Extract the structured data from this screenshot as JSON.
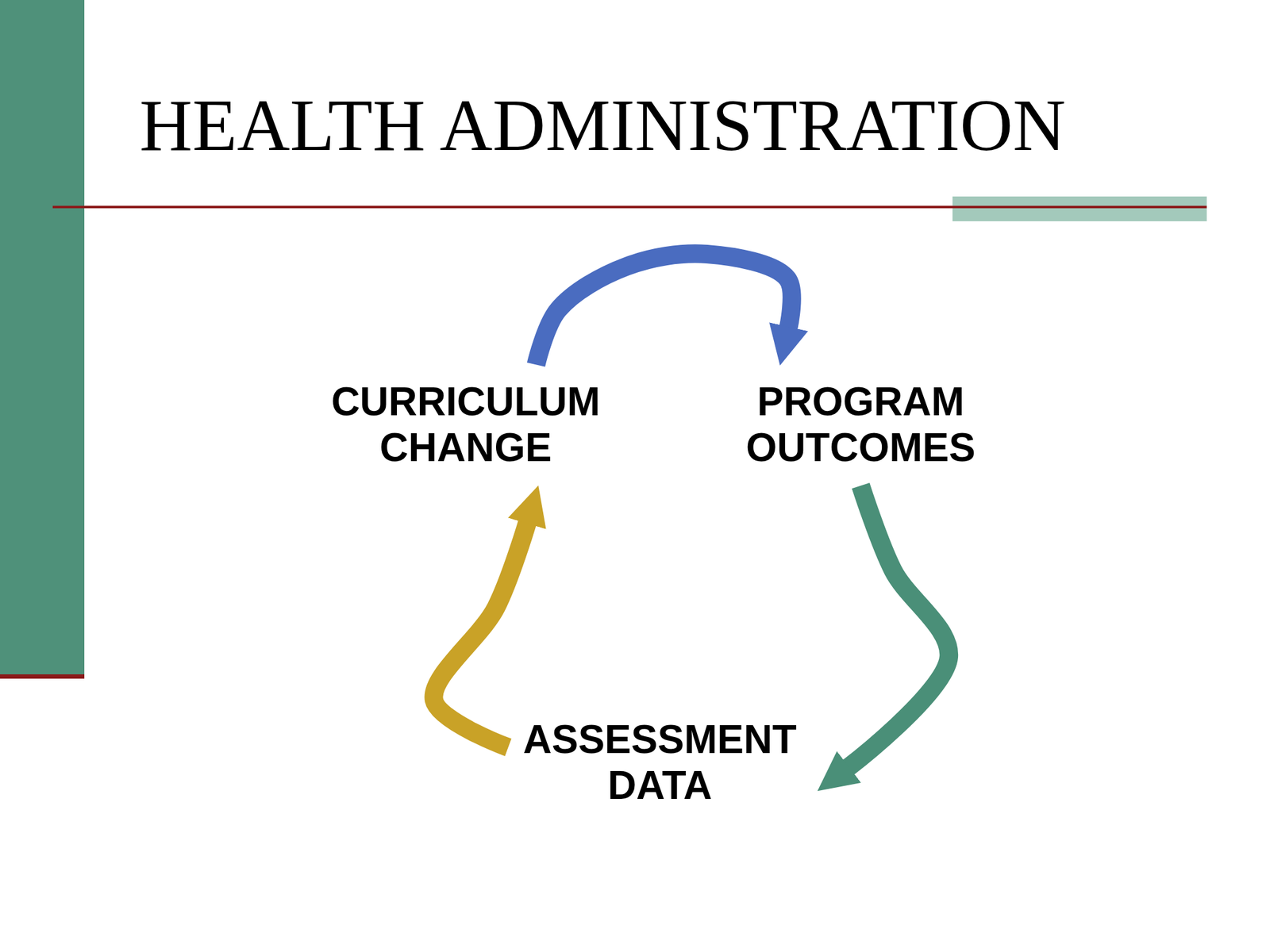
{
  "diagram": {
    "title": "HEALTH ADMINISTRATION",
    "nodes": [
      {
        "text": [
          "CURRICULUM CHANGE"
        ]
      },
      {
        "text": [
          "PROGRAM OUTCOMES"
        ]
      },
      {
        "text": [
          "ASSESSMENT DATA"
        ]
      }
    ],
    "edges": [
      {
        "from": 0,
        "to": 1,
        "arrow": "to"
      },
      {
        "from": 1,
        "to": 2,
        "arrow": "to"
      },
      {
        "from": 2,
        "to": 0,
        "arrow": "to"
      }
    ]
  }
}
